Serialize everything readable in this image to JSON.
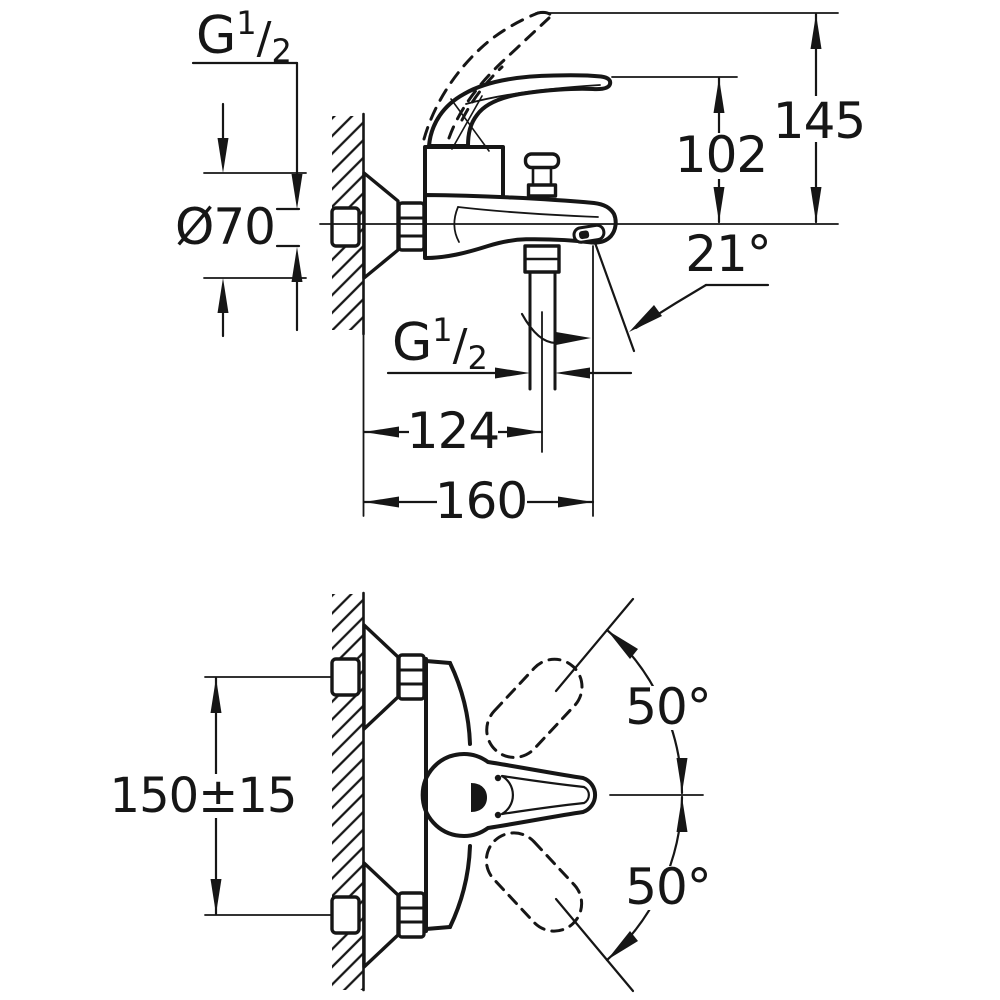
{
  "colors": {
    "ink": "#161616",
    "paper": "#ffffff"
  },
  "side_view": {
    "labels": {
      "thread_wall": {
        "base": "G",
        "sup": "1",
        "slash": "/",
        "sub": "2"
      },
      "escutcheon_diameter": "Ø70",
      "handle_height": "102",
      "total_height": "145",
      "spout_angle": "21°",
      "hose_thread": {
        "base": "G",
        "sup": "1",
        "slash": "/",
        "sub": "2"
      },
      "wall_to_hose_axis": "124",
      "wall_to_spout_tip": "160"
    }
  },
  "plan_view": {
    "labels": {
      "inlet_spacing": "150±15",
      "lever_swing_upper": "50°",
      "lever_swing_lower": "50°"
    }
  }
}
